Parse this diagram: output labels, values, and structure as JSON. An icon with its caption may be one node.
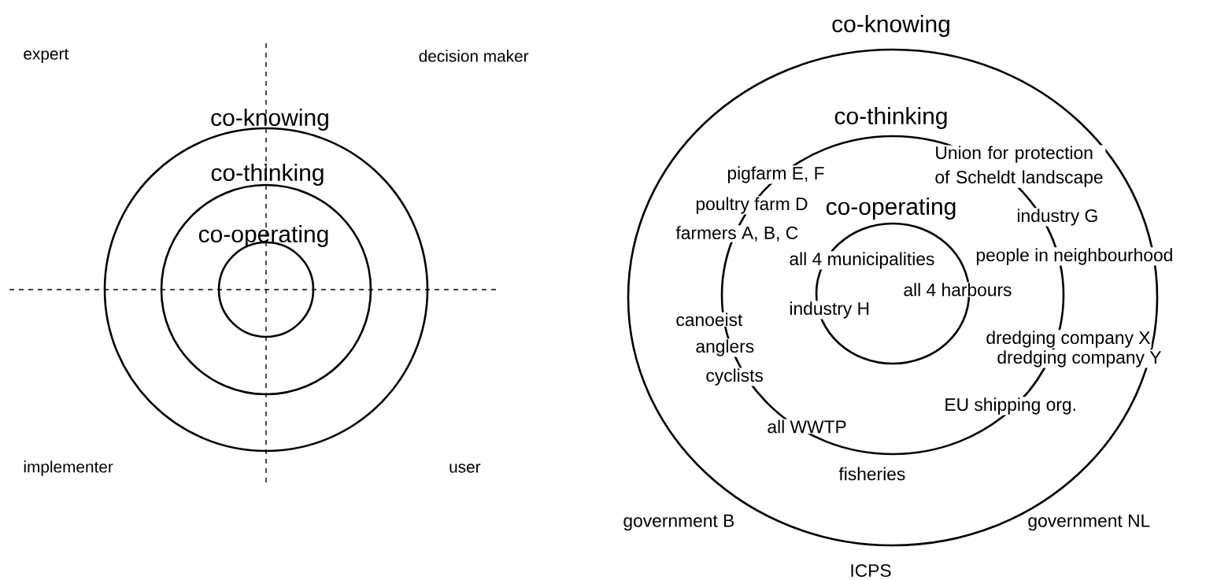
{
  "diagram": {
    "nodes": [
      {
        "text": [
          "co-knowing"
        ]
      },
      {
        "text": [
          "co-thinking"
        ],
        "in": 0
      },
      {
        "text": [
          "co-operating"
        ],
        "in": 1
      },
      {
        "text": [
          "co-knowing"
        ]
      },
      {
        "text": [
          "co-thinking"
        ],
        "in": 3
      },
      {
        "text": [
          "co-operating"
        ],
        "in": 4
      }
    ],
    "labels": [
      "expert",
      "decision maker",
      "implementer",
      "user",
      "Union for protection of Scheldt landscape",
      "pigfarm E, F",
      "poultry farm D",
      "industry G",
      "farmers A, B, C",
      "people in neighbourhood",
      "all 4 municipalities",
      "all 4 harbours",
      "industry H",
      "canoeist",
      "dredging company X",
      "anglers",
      "dredging company Y",
      "cyclists",
      "EU shipping org.",
      "all WWTP",
      "fisheries",
      "government B",
      "government NL",
      "ICPS"
    ]
  }
}
